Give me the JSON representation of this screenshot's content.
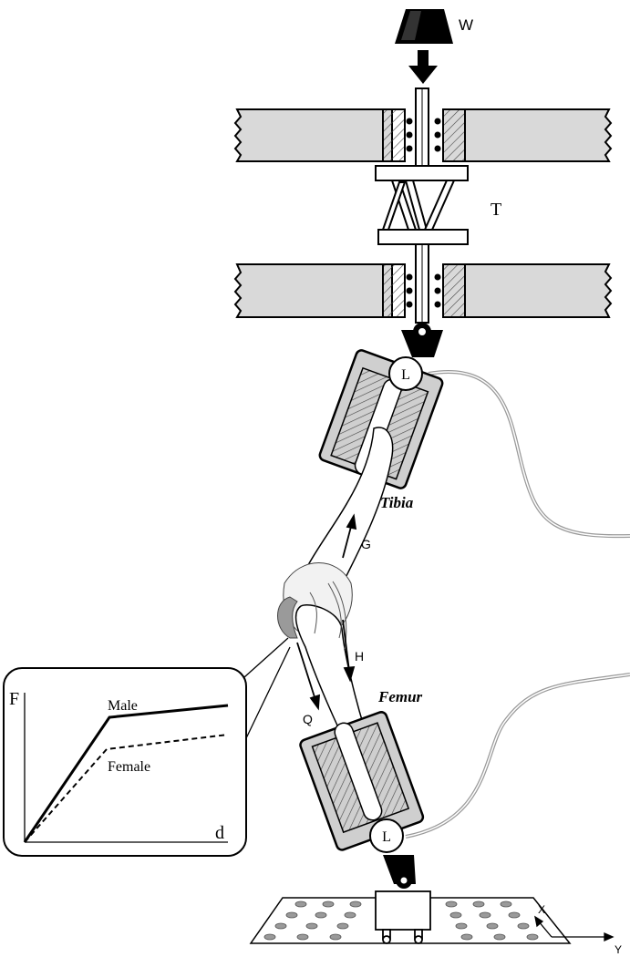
{
  "labels": {
    "weight": "W",
    "tensioner": "T",
    "load_cell_top": "L",
    "load_cell_bottom": "L",
    "tibia": "Tibia",
    "femur": "Femur",
    "force_g": "G",
    "force_h": "H",
    "force_q": "Q",
    "axis_x": "X",
    "axis_y": "Y"
  },
  "inset": {
    "y_axis": "F",
    "x_axis": "d",
    "series": [
      {
        "name": "Male",
        "style": "solid"
      },
      {
        "name": "Female",
        "style": "dashed"
      }
    ]
  },
  "colors": {
    "ink": "#000000",
    "plate_fill": "#d9d9d9",
    "mount_fill": "#cfcfcf",
    "bone_fill": "#ffffff",
    "cable": "#9a9a9a"
  }
}
